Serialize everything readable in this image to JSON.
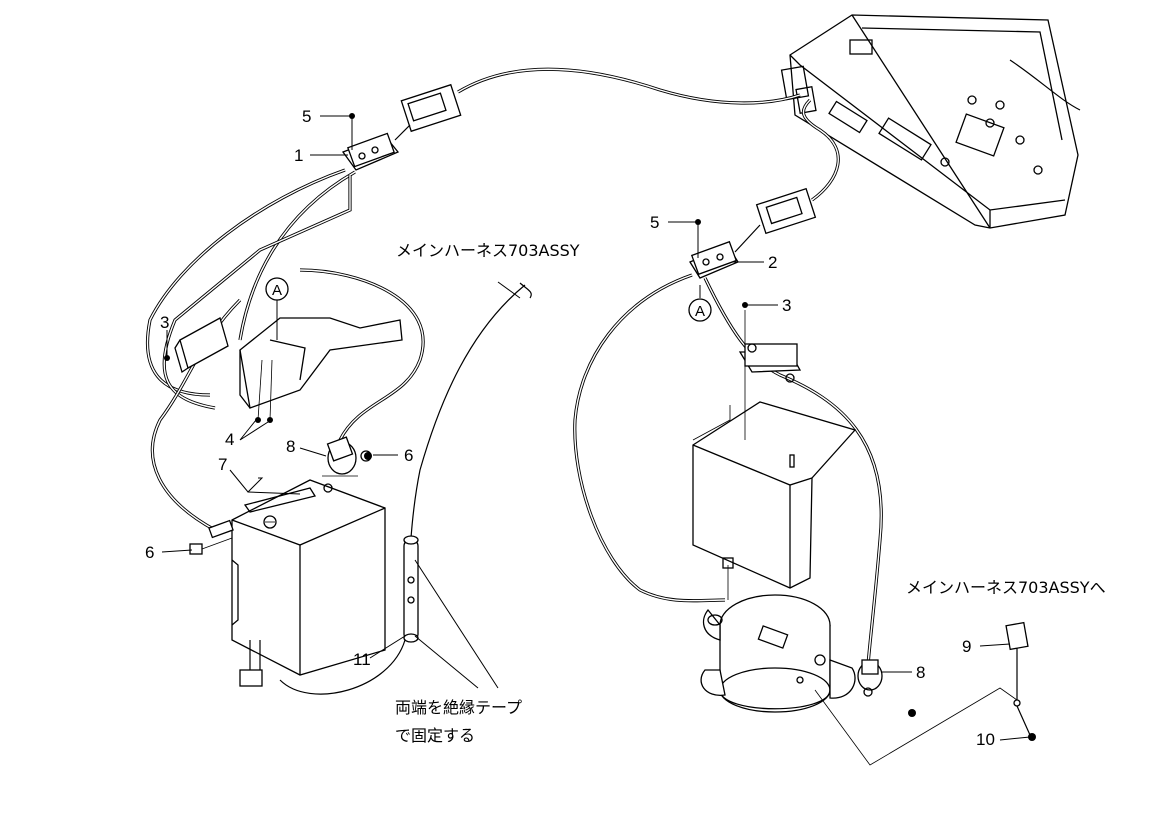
{
  "callouts": {
    "c1": "1",
    "c2": "2",
    "c3a": "3",
    "c3b": "3",
    "c4": "4",
    "c5a": "5",
    "c5b": "5",
    "c6a": "6",
    "c6b": "6",
    "c7": "7",
    "c8a": "8",
    "c8b": "8",
    "c9": "9",
    "c10": "10",
    "c11": "11",
    "circle_a1": "A",
    "circle_a2": "A"
  },
  "notes": {
    "main_harness": "メインハーネス703ASSY",
    "main_harness_to": "メインハーネス703ASSYへ",
    "tape_line1": "両端を絶縁テープ",
    "tape_line2": "で固定する"
  }
}
